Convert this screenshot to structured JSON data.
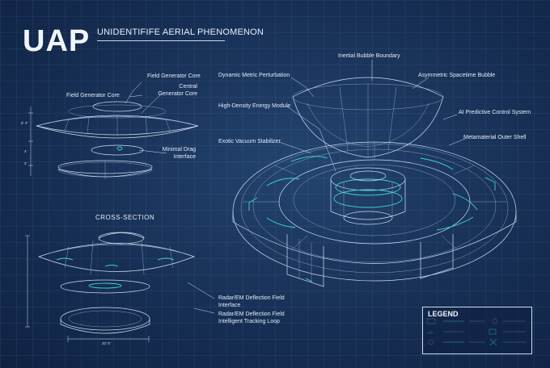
{
  "header": {
    "title": "UAP",
    "subtitle": "UNIDENTIFIFE AERIAL PHENOMENON"
  },
  "labels": {
    "field_generator_core_top": "Field Generator Core",
    "field_generator_core_left": "Field Generator Core",
    "central_generator_core": "Central\nGenerator Core",
    "minimal_drag_interface": "Minimal Drag\nInterface",
    "dynamic_metric_perturbation": "Dynamic Metric Perturbation",
    "inertial_bubble_boundary": "Inertial Bubble Boundary",
    "asymmetric_spacetime_bubble": "Asymmetric Spacetime Bubble",
    "high_density_energy_module": "High-Density Energy Module",
    "ai_predictive_control_system": "AI Predictive Control System",
    "exotic_vacuum_stabilizer": "Exotic Vacuum Stabilizer",
    "metamaterial_outer_shell": "Metamaterial Outer Shell",
    "radar_em_deflection_field_interface": "Radar/EM Deflection Field\nInterface",
    "radar_em_deflection_field_tracking": "Radar/EM Deflection Field\nIntelligent Tracking Loop"
  },
  "section": {
    "cross_section": "CROSS-SECTION"
  },
  "dimensions": {
    "bottom_dim": "32' 6\"",
    "side_dim_a": "8' 4\"",
    "side_dim_b": "4'",
    "side_dim_c": "2'"
  },
  "legend": {
    "title": "LEGEND"
  },
  "colors": {
    "background": "#172f55",
    "line": "#cfdcf0",
    "accent": "#3fd6c9"
  }
}
